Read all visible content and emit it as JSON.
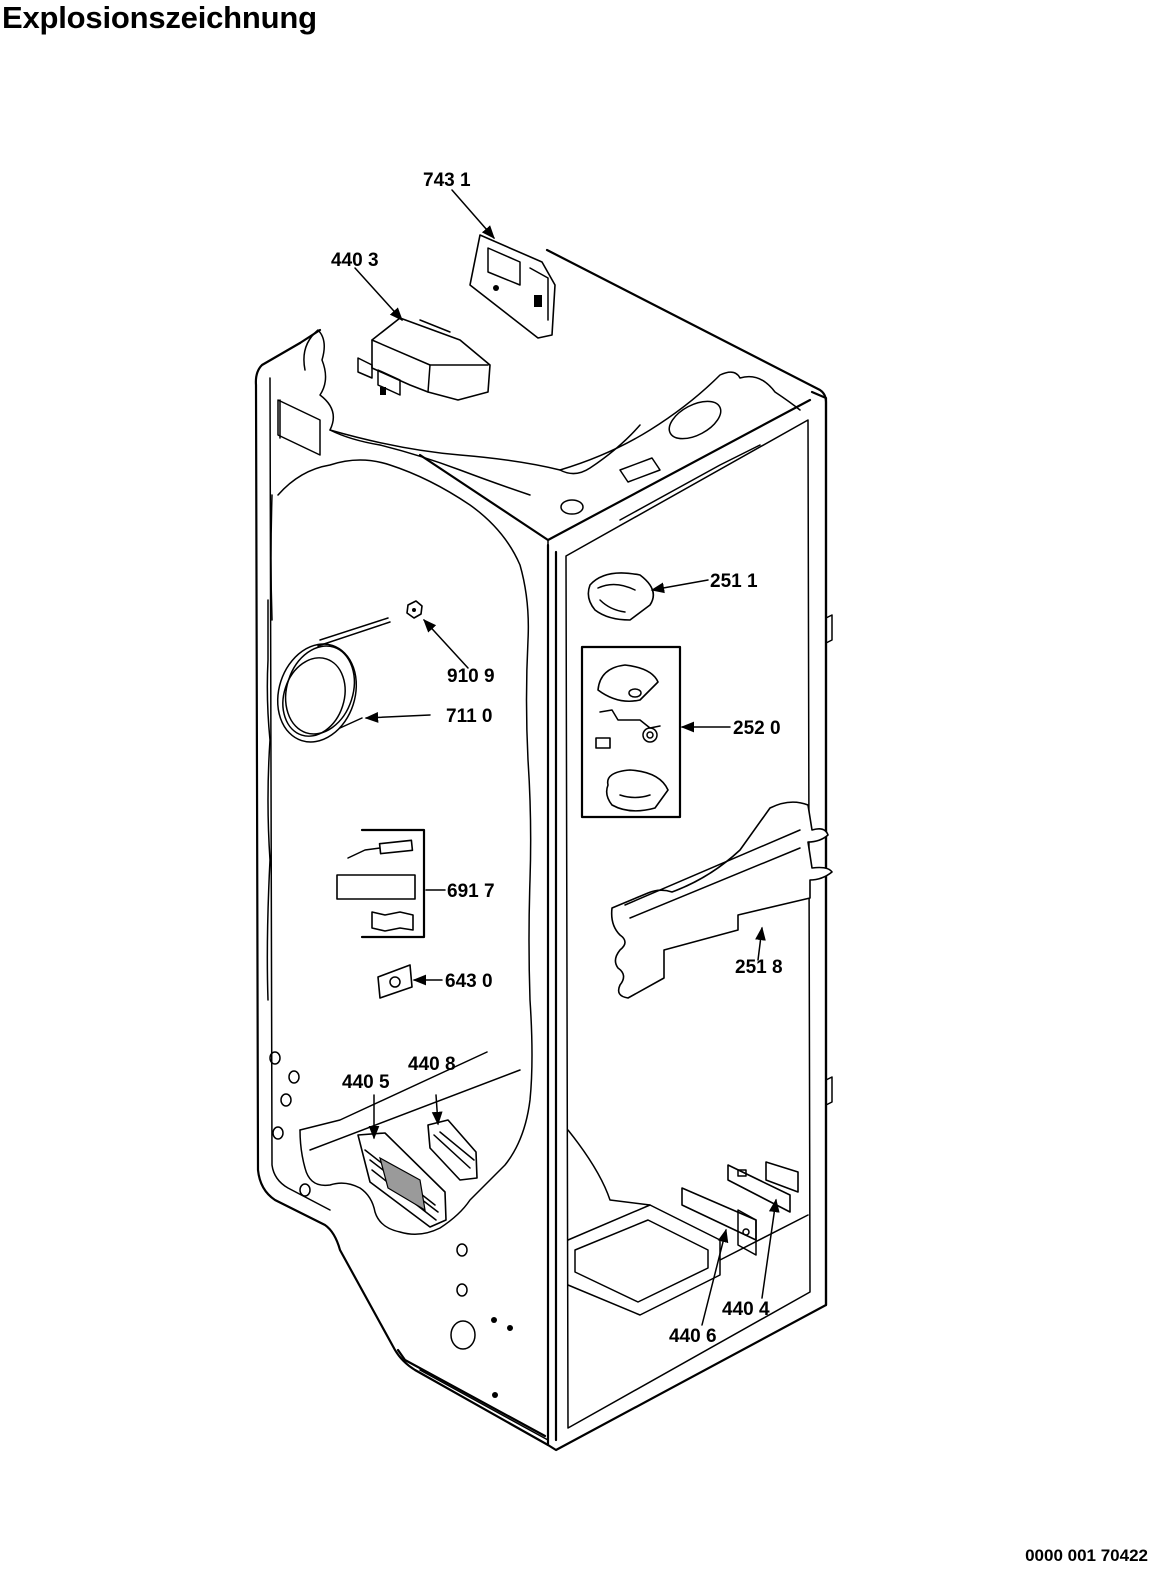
{
  "title": "Explosionszeichnung",
  "document_number": "0000 001 70422",
  "callouts": [
    {
      "id": "c7431",
      "label": "743 1"
    },
    {
      "id": "c4403",
      "label": "440 3"
    },
    {
      "id": "c2511",
      "label": "251 1"
    },
    {
      "id": "c9109",
      "label": "910 9"
    },
    {
      "id": "c7110",
      "label": "711 0"
    },
    {
      "id": "c2520",
      "label": "252 0"
    },
    {
      "id": "c6917",
      "label": "691 7"
    },
    {
      "id": "c2518",
      "label": "251 8"
    },
    {
      "id": "c6430",
      "label": "643 0"
    },
    {
      "id": "c4408",
      "label": "440 8"
    },
    {
      "id": "c4405",
      "label": "440 5"
    },
    {
      "id": "c4404",
      "label": "440 4"
    },
    {
      "id": "c4406",
      "label": "440 6"
    }
  ]
}
